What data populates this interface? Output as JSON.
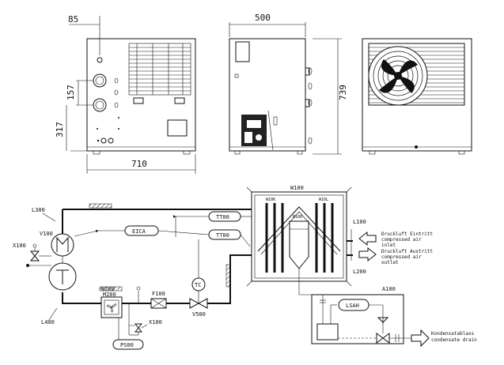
{
  "dimensions": {
    "d85": "85",
    "d500": "500",
    "d157": "157",
    "d317": "317",
    "d739": "739",
    "d710": "710"
  },
  "components": {
    "l300": "L300",
    "l400": "L400",
    "v100": "V100",
    "x100_left": "X100",
    "x100_bottom": "X100",
    "eica": "EICA",
    "tt00_top": "TT00",
    "tt00_bottom": "TT00",
    "tc": "TC",
    "v500": "V500",
    "f100": "F100",
    "w200": "W200",
    "m200": "M200",
    "ps00": "PS00",
    "w100": "W100",
    "w10k": "W10K",
    "w10l": "W10L",
    "b100": "B100",
    "l100": "L100",
    "l200": "L200",
    "a100": "A100",
    "lsah": "LSAH"
  },
  "notes": {
    "inlet_de": "Druckluft Eintritt",
    "inlet_en1": "compressed air",
    "inlet_en2": "inlet",
    "outlet_de": "Druckluft Austritt",
    "outlet_en1": "compressed air",
    "outlet_en2": "outlet",
    "drain_de": "Kondensatablass",
    "drain_en": "condensate drain"
  }
}
